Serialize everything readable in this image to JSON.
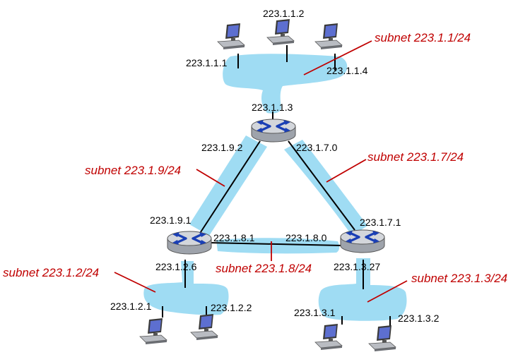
{
  "colors": {
    "subnet_fill": "#9fdcf3",
    "subnet_label": "#c00000",
    "router_body": "#c8ccd2",
    "router_arrows": "#1a3fb5",
    "host_screen": "#5d6fd0"
  },
  "subnets": {
    "s1": "subnet 223.1.1/24",
    "s7": "subnet 223.1.7/24",
    "s9": "subnet 223.1.9/24",
    "s2": "subnet 223.1.2/24",
    "s8": "subnet 223.1.8/24",
    "s3": "subnet 223.1.3/24"
  },
  "addresses": {
    "h112": "223.1.1.2",
    "h111": "223.1.1.1",
    "h114": "223.1.1.4",
    "r113": "223.1.1.3",
    "r192": "223.1.9.2",
    "r170": "223.1.7.0",
    "r191": "223.1.9.1",
    "r171": "223.1.7.1",
    "r181": "223.1.8.1",
    "r180": "223.1.8.0",
    "r126": "223.1.2.6",
    "r1327": "223.1.3.27",
    "h121": "223.1.2.1",
    "h122": "223.1.2.2",
    "h131": "223.1.3.1",
    "h132": "223.1.3.2"
  },
  "icons": {
    "router": "router-icon",
    "host": "computer-icon"
  }
}
